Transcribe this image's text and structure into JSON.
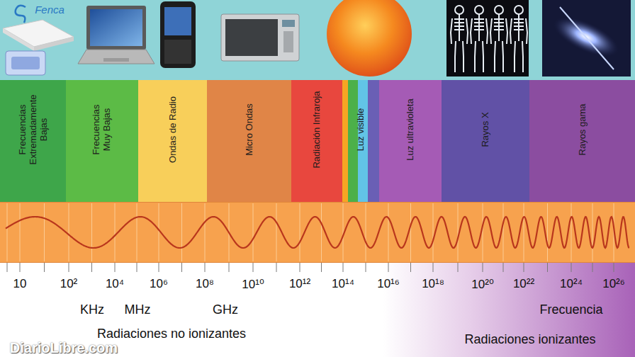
{
  "diagram": {
    "nodes": [
      {
        "text": [
          "Frecuencias Extremadamente Bajas"
        ]
      },
      {
        "text": [
          "Frecuencias Muy Bajas"
        ]
      },
      {
        "text": [
          "Ondas de Radio"
        ]
      },
      {
        "text": [
          "Micro Ondas"
        ]
      },
      {
        "text": [
          "Radiación Infraroja"
        ]
      },
      {
        "text": [
          "Luz visible"
        ]
      },
      {
        "text": [
          "Luz ultravioleta"
        ]
      },
      {
        "text": [
          "Rayos X"
        ]
      },
      {
        "text": [
          "Rayos gama"
        ]
      }
    ],
    "labels": [
      "Fenca",
      "10",
      "10²",
      "10⁴",
      "10⁶",
      "10⁸",
      "10¹⁰",
      "10¹²",
      "10¹⁴",
      "10¹⁶",
      "10¹⁸",
      "10²⁰",
      "10²²",
      "10²⁴",
      "10²⁶",
      "KHz",
      "MHz",
      "GHz",
      "Frecuencia",
      "Radiaciones no ionizantes",
      "Radiaciones ionizantes",
      "DiarioLibre.com"
    ]
  }
}
